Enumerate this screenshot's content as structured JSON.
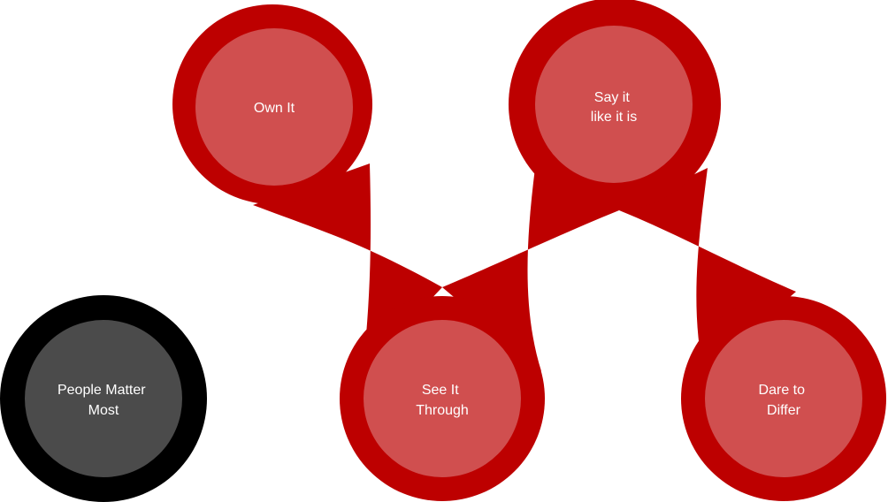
{
  "colors": {
    "chain_fill": "#bd0000",
    "inner_fill": "#d04f4f",
    "standalone_ring": "#000000",
    "standalone_fill": "#4b4b4b",
    "label_text": "#ffffff"
  },
  "nodes": [
    {
      "id": "own-it",
      "lines": [
        "Own It"
      ]
    },
    {
      "id": "say-it-like-it-is",
      "lines": [
        "Say it",
        "like it is"
      ]
    },
    {
      "id": "see-it-through",
      "lines": [
        "See It",
        "Through"
      ]
    },
    {
      "id": "dare-to-differ",
      "lines": [
        "Dare to",
        "Differ"
      ]
    },
    {
      "id": "people-matter-most",
      "lines": [
        "People Matter",
        "Most"
      ]
    }
  ]
}
